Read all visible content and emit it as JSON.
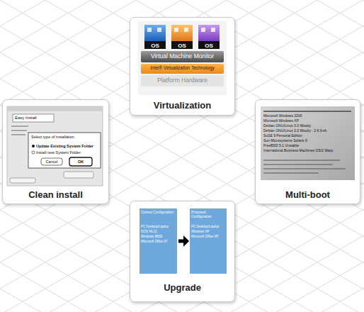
{
  "diagram": {
    "nodes": [
      {
        "text": [
          "Virtualization"
        ]
      },
      {
        "text": [
          "Clean install"
        ]
      },
      {
        "text": [
          "Multi-boot"
        ]
      },
      {
        "text": [
          "Upgrade"
        ]
      }
    ],
    "labels": [
      "OS",
      "OS",
      "OS",
      "Virtual Machine Monitor",
      "Intel® Virtualization Technology",
      "Platform Hardware",
      "Easy Install",
      "Select type of installation",
      "Update Existing System Folder",
      "Install new System Folder",
      "Cancel",
      "OK",
      "Microsoft Windows 2000",
      "Microsoft Windows XP",
      "Debian GNU/Linux 3.0 Woody",
      "Debian GNU/Linux 3.0 Woody - 2.6.9-sb",
      "SuSE 9 Personal Edition",
      "Sun Microsystems Solaris 9",
      "FreeBSD 5.1 Unstable",
      "International Business Machines OS/2 Warp",
      "Current Configuration",
      "PC Desktop/Laptop",
      "DOS V6.22",
      "Windows 98SE",
      "Microsoft Office 97",
      "Proposed Configuration",
      "PC Desktop/Laptop",
      "Windows XP",
      "Microsoft Office XP"
    ]
  }
}
